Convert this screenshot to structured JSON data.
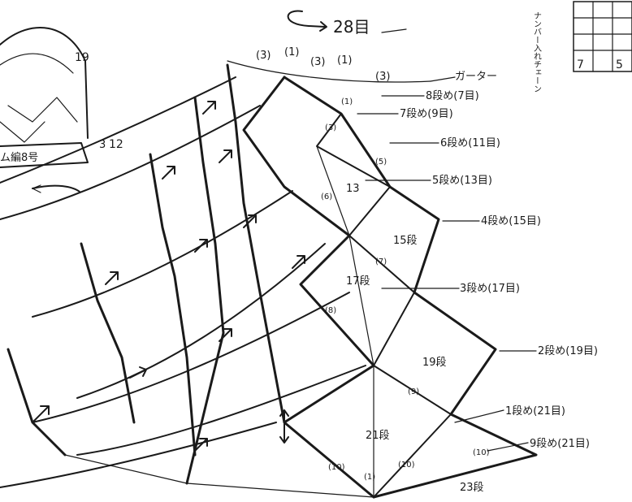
{
  "top_arrow_label": "28目",
  "left_arc_label": "19",
  "left_side_count": "3",
  "left_side_value": "12",
  "left_strip_label": "ム編8号",
  "vertical_note": "ナンバー入れチェーン",
  "grid_digits": [
    "7",
    "5"
  ],
  "edge_label": "ガーター",
  "top_marks": [
    "(3)",
    "(1)",
    "(3)",
    "(1)",
    "(3)"
  ],
  "row_labels": [
    "8段め(7目)",
    "7段め(9目)",
    "6段め(11目)",
    "5段め(13目)",
    "4段め(15目)",
    "3段め(17目)",
    "2段め(19目)",
    "1段め(21目)",
    "9段め(21目)"
  ],
  "step_labels": [
    "13",
    "15段",
    "17段",
    "19段",
    "21段",
    "23段"
  ],
  "inner_marks": [
    "(1)",
    "(3)",
    "(5)",
    "(6)",
    "(7)",
    "(8)",
    "(9)",
    "(10)",
    "(1)",
    "(10)",
    "(10)"
  ]
}
